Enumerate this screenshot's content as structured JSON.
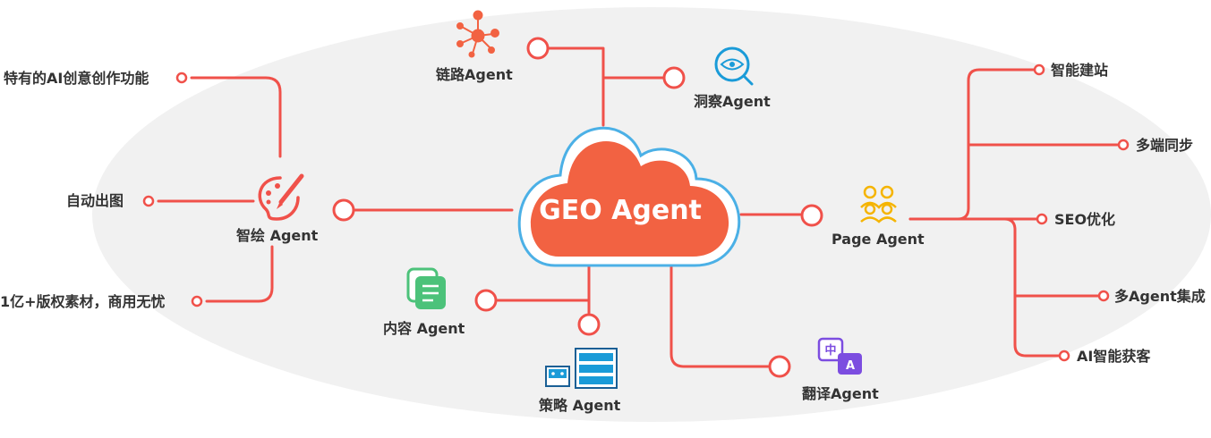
{
  "center": {
    "label": "GEO Agent"
  },
  "agents": {
    "lianlu": "链路Agent",
    "dongcha": "洞察Agent",
    "zhihui": "智绘 Agent",
    "page": "Page Agent",
    "neirong": "内容 Agent",
    "celue": "策略 Agent",
    "fanyi": "翻译Agent"
  },
  "zhihui_features": [
    "特有的AI创意创作功能",
    "自动出图",
    "1亿+版权素材，商用无忧"
  ],
  "page_features": [
    "智能建站",
    "多端同步",
    "SEO优化",
    "多Agent集成",
    "AI智能获客"
  ],
  "colors": {
    "line": "#F0514A",
    "cloud_fill": "#F26242",
    "cloud_outline": "#4BB0E6",
    "background_ellipse": "#F1F1F1",
    "text": "#333333"
  },
  "icons": {
    "lianlu": "network-nodes-icon",
    "dongcha": "eye-magnifier-icon",
    "zhihui": "palette-brush-icon",
    "page": "user-group-icon",
    "neirong": "document-copy-icon",
    "celue": "server-strategy-icon",
    "fanyi": "translate-icon"
  }
}
